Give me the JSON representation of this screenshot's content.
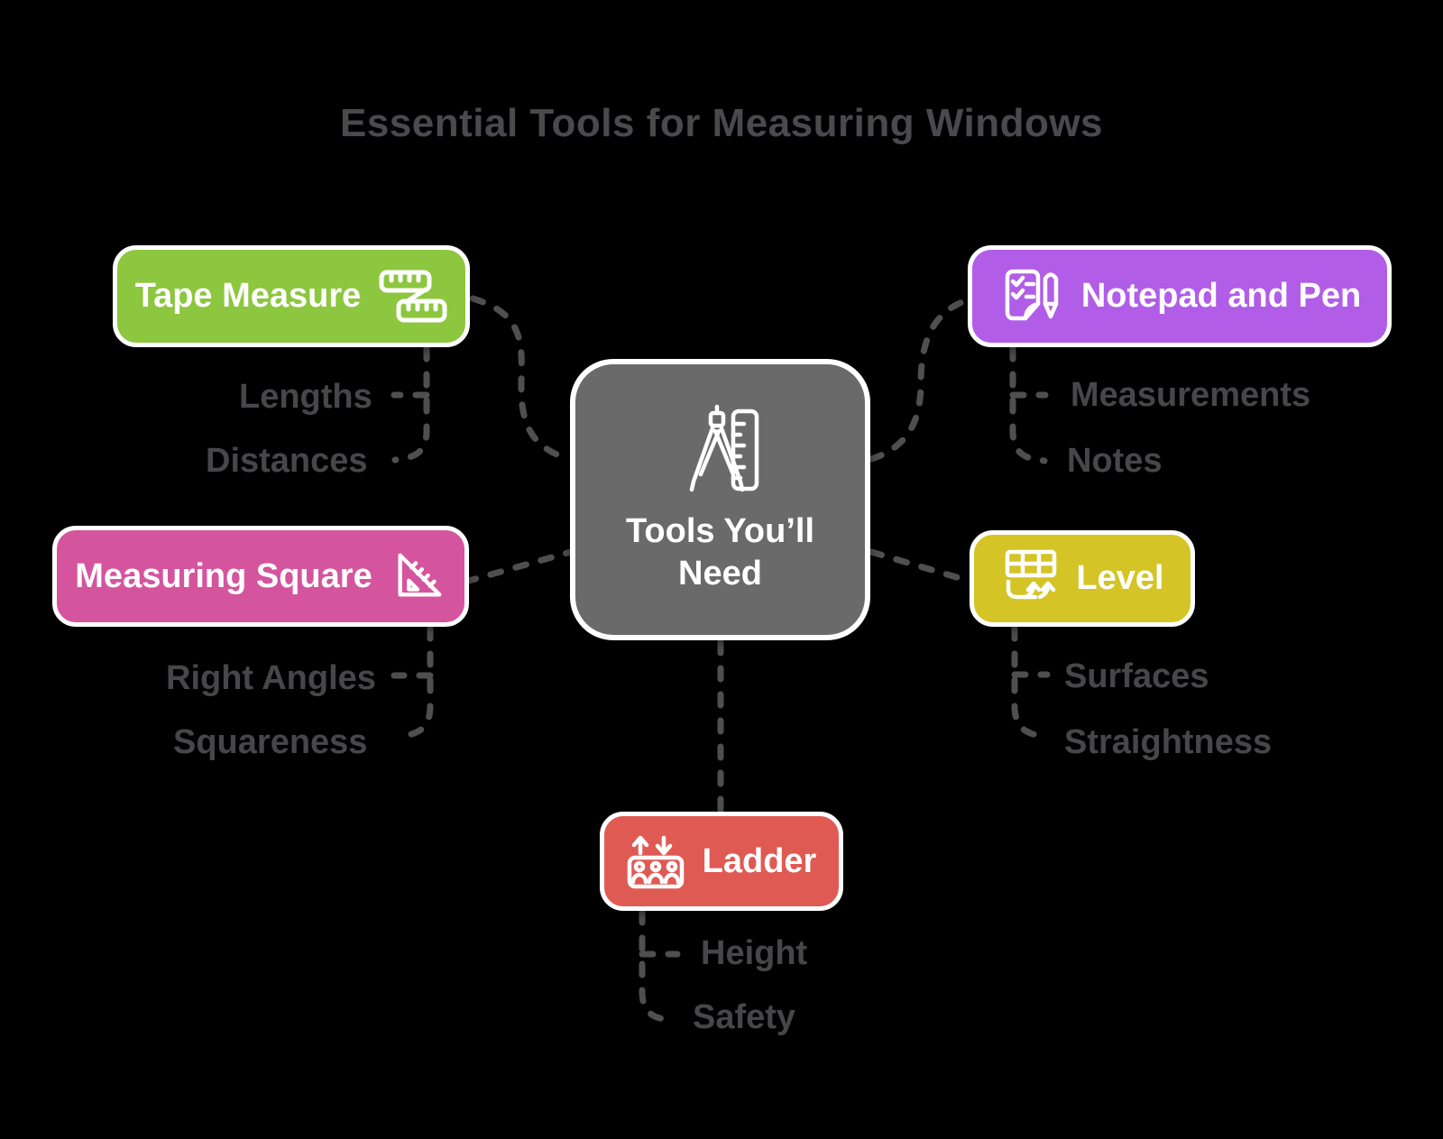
{
  "title": "Essential Tools for Measuring Windows",
  "center": {
    "label": "Tools You’ll Need",
    "icon": "compass-ruler-icon",
    "color": "#6A6A6A"
  },
  "branches": [
    {
      "id": "tape-measure",
      "label": "Tape Measure",
      "icon": "tape-measure-icon",
      "color": "#8DC63F",
      "children": [
        "Lengths",
        "Distances"
      ]
    },
    {
      "id": "measuring-square",
      "label": "Measuring Square",
      "icon": "set-square-icon",
      "color": "#D4559E",
      "children": [
        "Right Angles",
        "Squareness"
      ]
    },
    {
      "id": "notepad-and-pen",
      "label": "Notepad and Pen",
      "icon": "notepad-pen-icon",
      "color": "#B15DE8",
      "children": [
        "Measurements",
        "Notes"
      ]
    },
    {
      "id": "level",
      "label": "Level",
      "icon": "level-icon",
      "color": "#D4C426",
      "children": [
        "Surfaces",
        "Straightness"
      ]
    },
    {
      "id": "ladder",
      "label": "Ladder",
      "icon": "ladder-icon",
      "color": "#E05A54",
      "children": [
        "Height",
        "Safety"
      ]
    }
  ],
  "colors": {
    "background": "#000000",
    "title_text": "#4A4A4E",
    "sub_label_text": "#47474A",
    "connector": "#4F4F4F",
    "node_border": "#FFFFFF",
    "node_text": "#FFFFFF"
  }
}
